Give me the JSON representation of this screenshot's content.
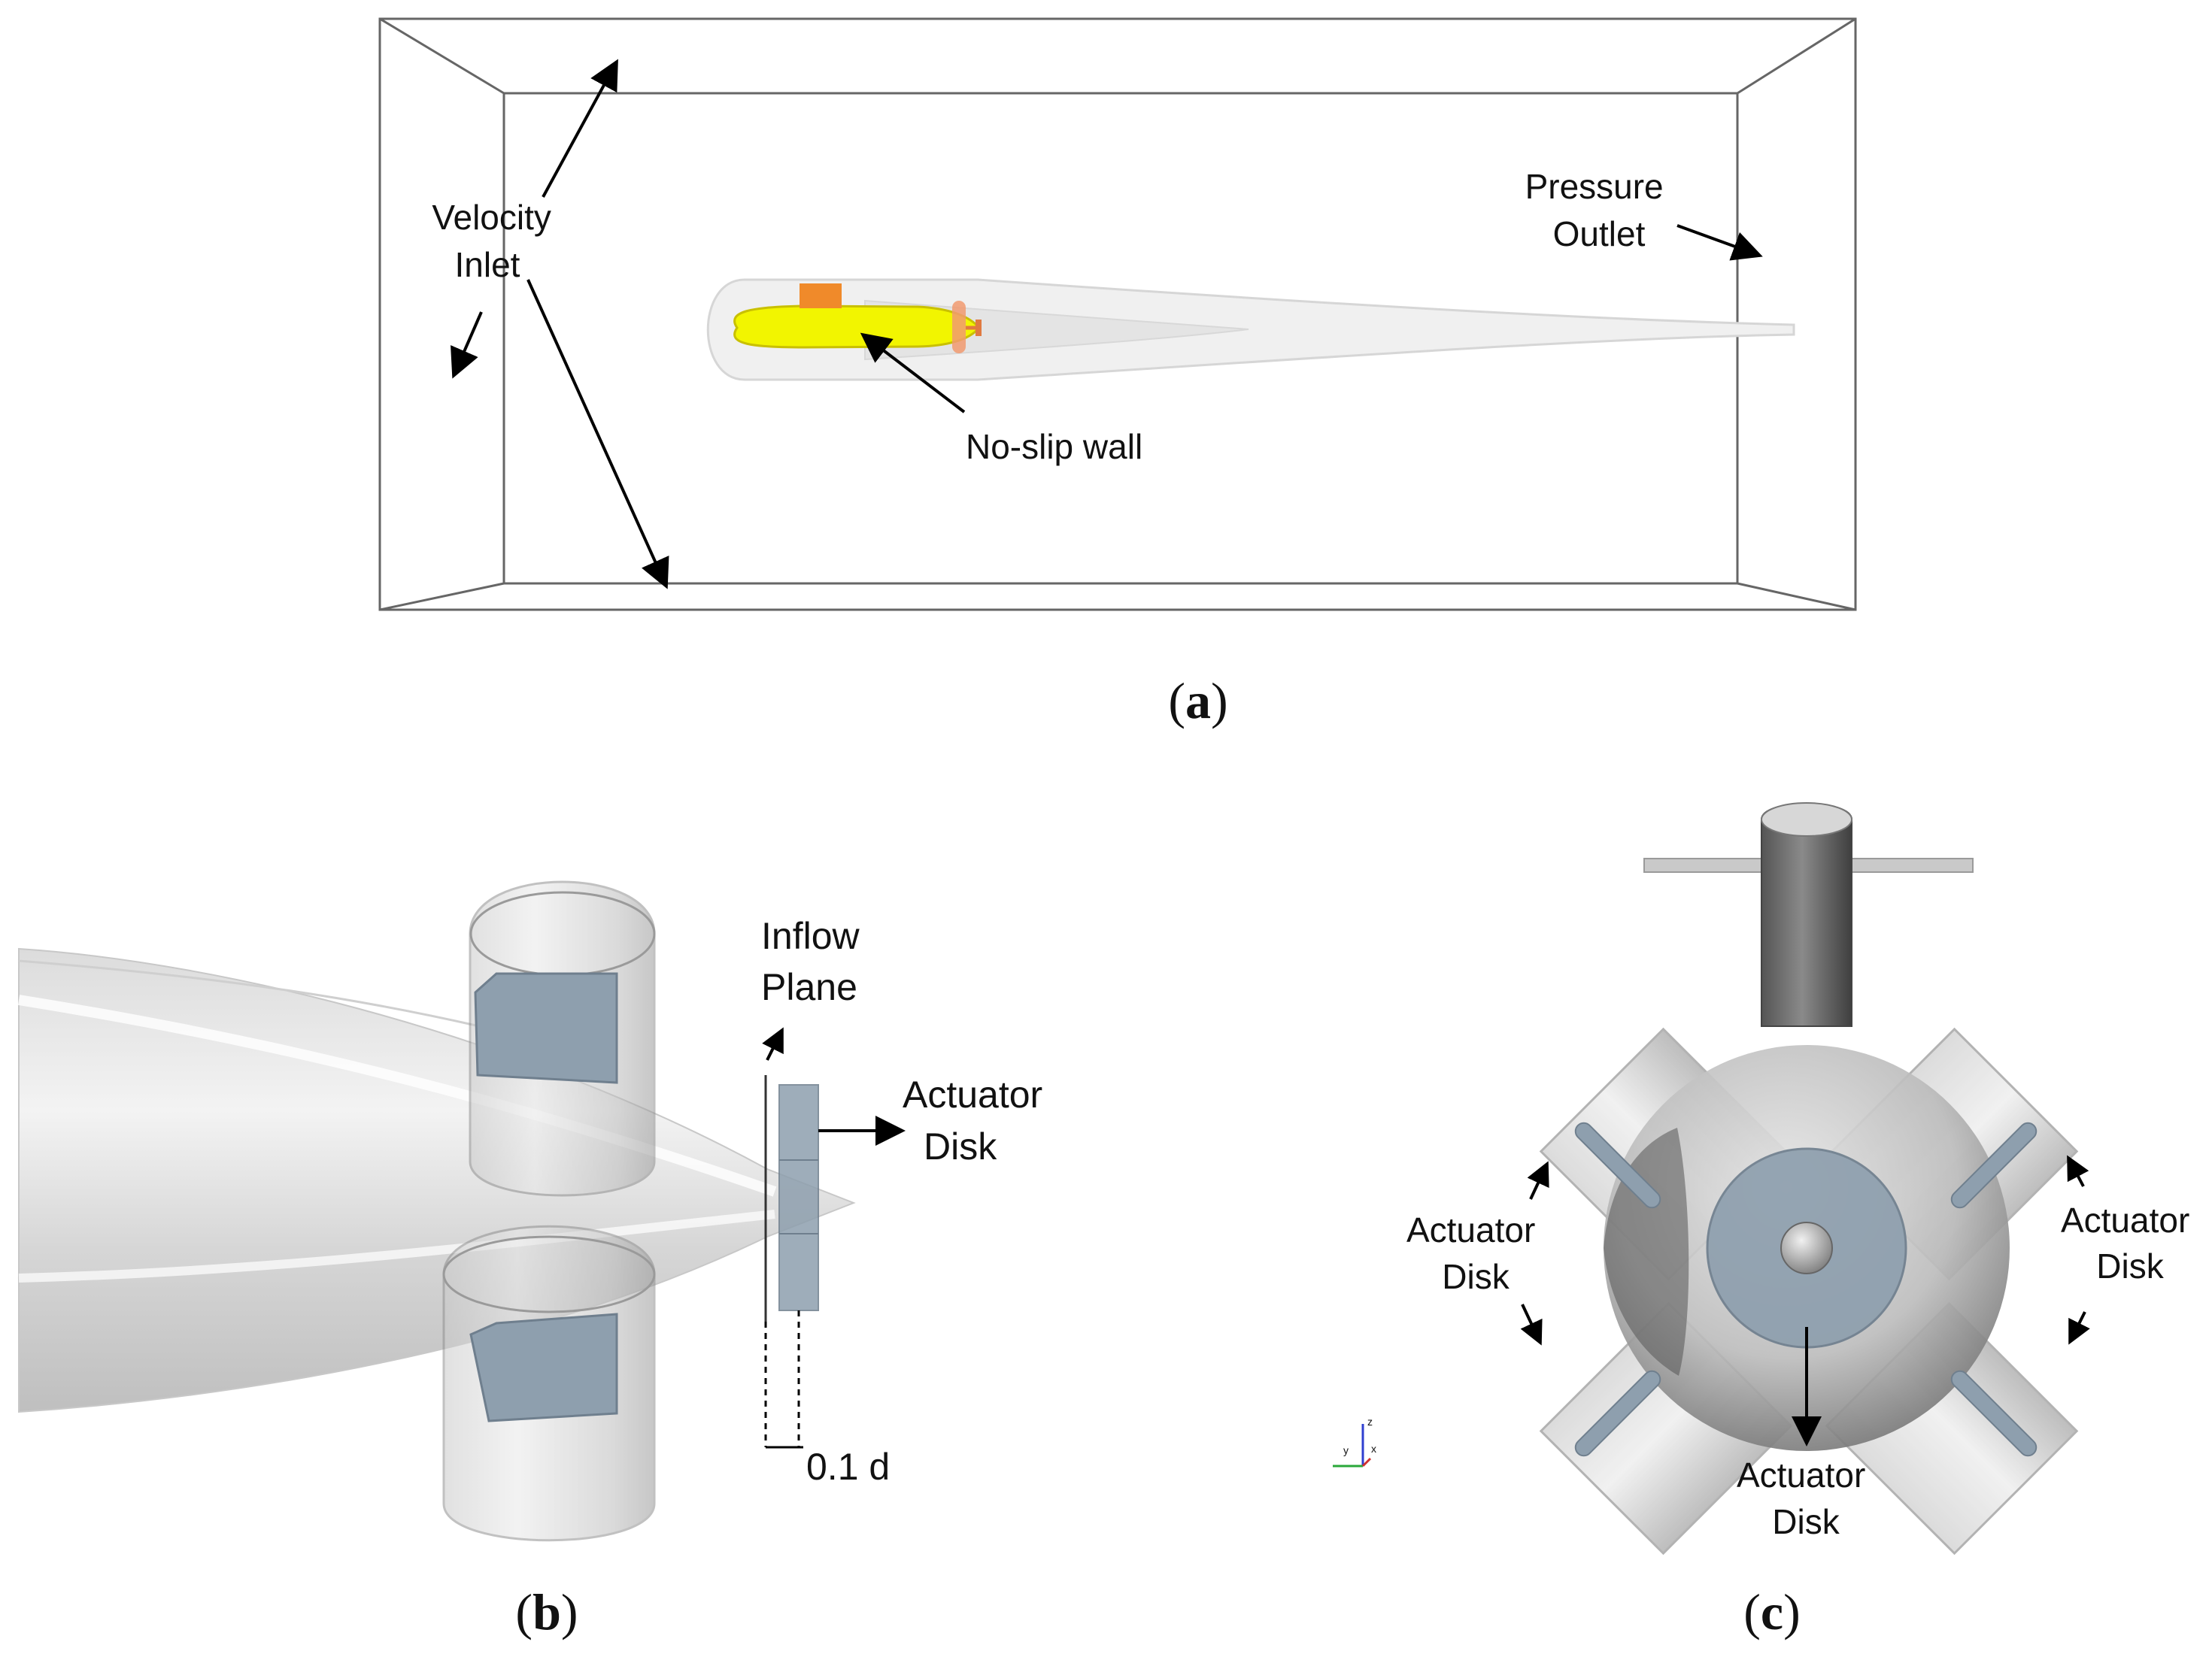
{
  "panel_a": {
    "velocity_inlet": [
      "Velocity",
      "Inlet"
    ],
    "pressure_outlet": [
      "Pressure",
      "Outlet"
    ],
    "no_slip_wall": "No-slip wall",
    "body_color": "#f2f500",
    "sail_color": "#f08a2a",
    "caption": [
      "(",
      "a",
      ")"
    ]
  },
  "panel_b": {
    "inflow_plane": [
      "Inflow",
      "Plane"
    ],
    "actuator_disk": [
      "Actuator",
      "Disk"
    ],
    "offset_label": "0.1 d",
    "disk_color": "#8e9fae",
    "caption": [
      "(",
      "b",
      ")"
    ]
  },
  "panel_c": {
    "actuator_disk_left": [
      "Actuator",
      "Disk"
    ],
    "actuator_disk_right": [
      "Actuator",
      "Disk"
    ],
    "actuator_disk_bottom": [
      "Actuator",
      "Disk"
    ],
    "axis_labels": [
      "z",
      "y",
      "x"
    ],
    "disk_color": "#8e9fae",
    "caption": [
      "(",
      "c",
      ")"
    ]
  }
}
